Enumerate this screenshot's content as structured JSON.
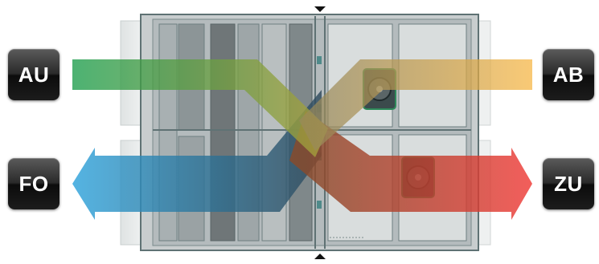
{
  "labels": {
    "outdoor_air": "AU",
    "exhaust_air": "FO",
    "extract_air": "AB",
    "supply_air": "ZU"
  },
  "colors": {
    "outdoor_air_start": "#1a9c4a",
    "outdoor_air_end": "#a9a13c",
    "extract_air_start": "#9a8a5a",
    "extract_air_end": "#f6b43f",
    "exhaust_air_start": "#2fa3dc",
    "exhaust_air_end": "#2f4a5c",
    "supply_air_start": "#8a4a2a",
    "supply_air_end": "#ef3a36",
    "badge": "#1c1c1c",
    "unit_casing": "#8a9597",
    "unit_frame": "#5f7274"
  },
  "icons": [
    "airflow-arrow-down-marker",
    "airflow-arrow-up-marker",
    "fan-icon"
  ]
}
